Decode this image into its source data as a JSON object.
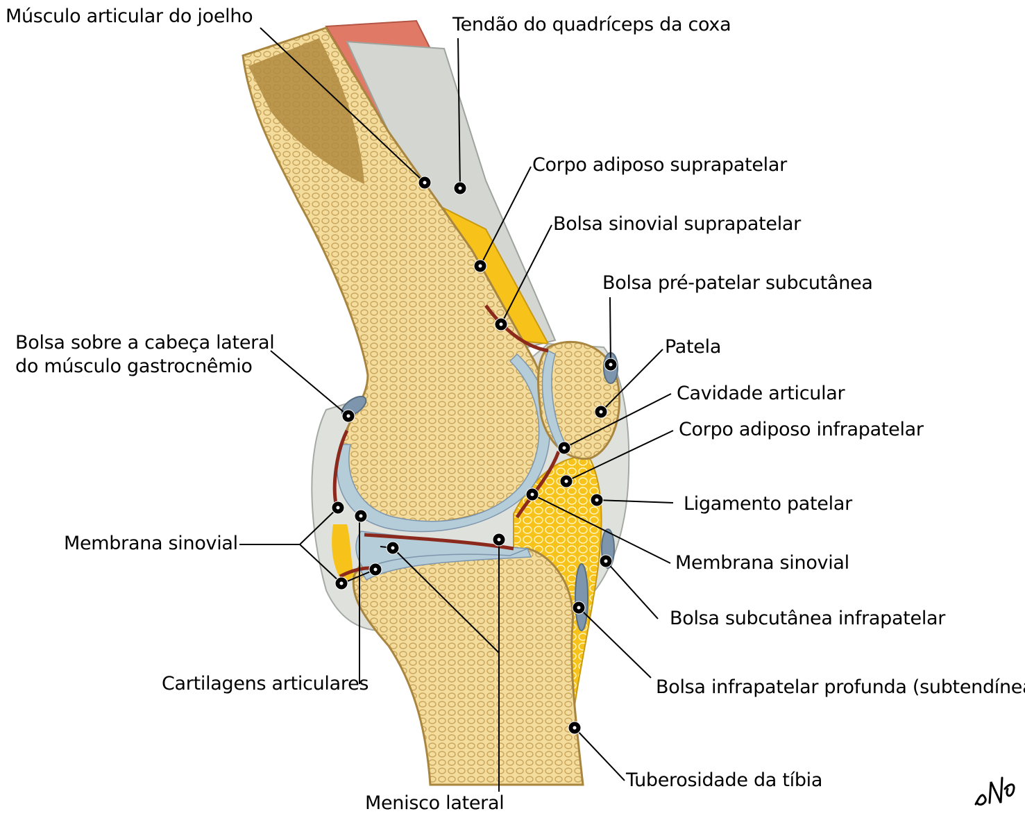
{
  "labels": {
    "musculo_articular": "Músculo articular do joelho",
    "tendao_quadriceps": "Tendão do quadríceps da coxa",
    "corpo_adiposo_suprapatelar": "Corpo adiposo suprapatelar",
    "bolsa_sinovial_suprapatelar": "Bolsa sinovial suprapatelar",
    "bolsa_prepatelar": "Bolsa pré-patelar subcutânea",
    "bolsa_gastrocnemio_1": "Bolsa sobre a cabeça lateral",
    "bolsa_gastrocnemio_2": "do músculo gastrocnêmio",
    "patela": "Patela",
    "cavidade_articular": "Cavidade articular",
    "corpo_adiposo_infrapatelar": "Corpo adiposo infrapatelar",
    "ligamento_patelar": "Ligamento patelar",
    "membrana_sinovial_left": "Membrana sinovial",
    "membrana_sinovial_right": "Membrana sinovial",
    "bolsa_subcutanea_infrapatelar": "Bolsa subcutânea infrapatelar",
    "bolsa_infrapatelar_profunda": "Bolsa infrapatelar profunda (subtendínea)",
    "cartilagens_articulares": "Cartilagens articulares",
    "menisco_lateral": "Menisco lateral",
    "tuberosidade_tibia": "Tuberosidade da tíbia"
  },
  "colors": {
    "bone": "#f3dc9c",
    "bone_trabecula": "#c9a55c",
    "marrow": "#b08a40",
    "cartilage": "#b5ccd9",
    "synovial": "#8b2a1c",
    "fat": "#f7c21a",
    "muscle": "#e07a66",
    "tendon": "#d4d6d2",
    "bursa": "#7d96ad",
    "leader": "#000000"
  }
}
